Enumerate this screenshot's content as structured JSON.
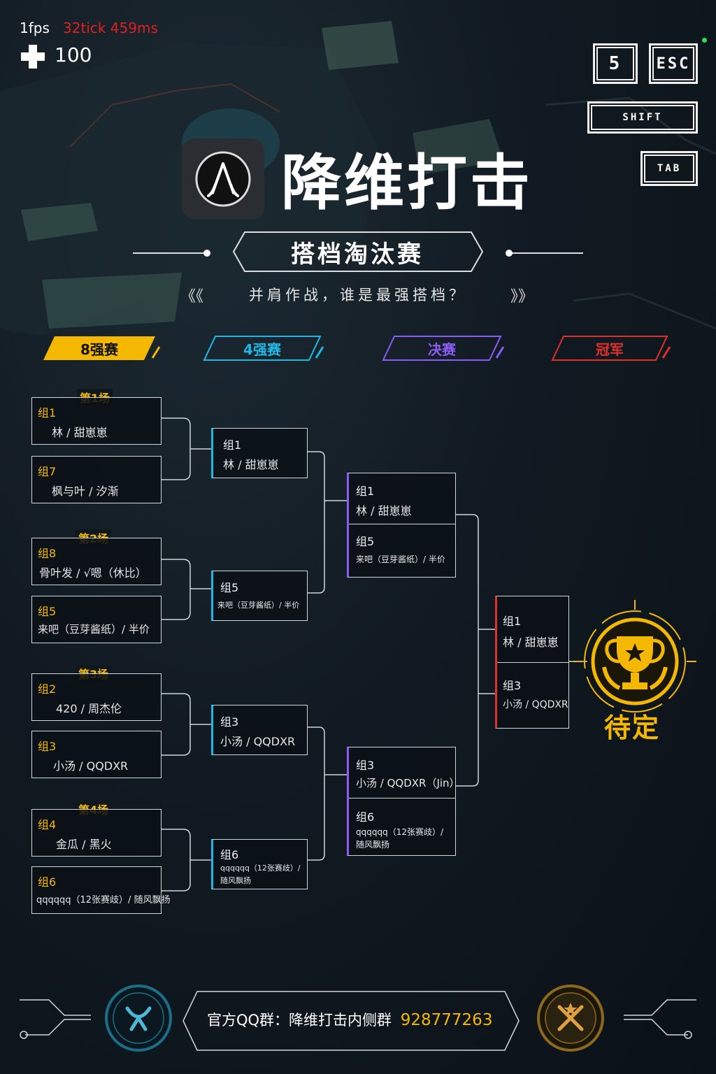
{
  "hud": {
    "fps": "1fps",
    "tick": "32tick 459ms",
    "health": "100",
    "keys": [
      "5",
      "ESC",
      "SHIFT",
      "TAB"
    ]
  },
  "header": {
    "title": "降维打击",
    "subtitle": "搭档淘汰赛",
    "slogan": "并肩作战，谁是最强搭档？",
    "left_marks": "《《",
    "right_marks": "》》"
  },
  "rounds": [
    "8强赛",
    "4强赛",
    "决赛",
    "冠军"
  ],
  "round_colors": [
    "#f5b800",
    "#1fb8e6",
    "#8a5cf5",
    "#e0302a"
  ],
  "round_of_8": [
    {
      "label": "第1场",
      "teams": [
        {
          "group": "组1",
          "names": "林 / 甜崽崽"
        },
        {
          "group": "组7",
          "names": "枫与叶 / 汐渐"
        }
      ]
    },
    {
      "label": "第2场",
      "teams": [
        {
          "group": "组8",
          "names": "骨叶发 / √嗯（休比）"
        },
        {
          "group": "组5",
          "names": "来吧（豆芽酱纸）/ 半价"
        }
      ]
    },
    {
      "label": "第3场",
      "teams": [
        {
          "group": "组2",
          "names": "420 / 周杰伦"
        },
        {
          "group": "组3",
          "names": "小汤 / QQDXR"
        }
      ]
    },
    {
      "label": "第4场",
      "teams": [
        {
          "group": "组4",
          "names": "金瓜 / 黑火"
        },
        {
          "group": "组6",
          "names": "qqqqqq（12张赛歧）/ 随风飘扬"
        }
      ]
    }
  ],
  "round_of_4": [
    {
      "group": "组1",
      "names": "林 / 甜崽崽"
    },
    {
      "group": "组5",
      "names": "来吧（豆芽酱纸）/ 半价"
    },
    {
      "group": "组3",
      "names": "小汤 / QQDXR"
    },
    {
      "group": "组6",
      "names": "qqqqqq（12张赛歧）/",
      "names2": "随风飘扬"
    }
  ],
  "semifinal": [
    {
      "group": "组1",
      "names": "林 / 甜崽崽"
    },
    {
      "group": "组5",
      "names": "来吧（豆芽酱纸）/ 半价"
    },
    {
      "group": "组3",
      "names": "小汤 / QQDXR（Jin）"
    },
    {
      "group": "组6",
      "names": "qqqqqq（12张赛歧）/",
      "names2": "随风飘扬"
    }
  ],
  "final": [
    {
      "group": "组1",
      "names": "林 / 甜崽崽"
    },
    {
      "group": "组3",
      "names": "小汤 / QQDXR"
    }
  ],
  "champion": {
    "status": "待定",
    "icon": "trophy-icon"
  },
  "footer": {
    "qq_label": "官方QQ群：降维打击内侧群",
    "qq_number": "928777263",
    "left_emblem": "team-emblem-icon",
    "right_emblem": "crossed-swords-icon"
  }
}
